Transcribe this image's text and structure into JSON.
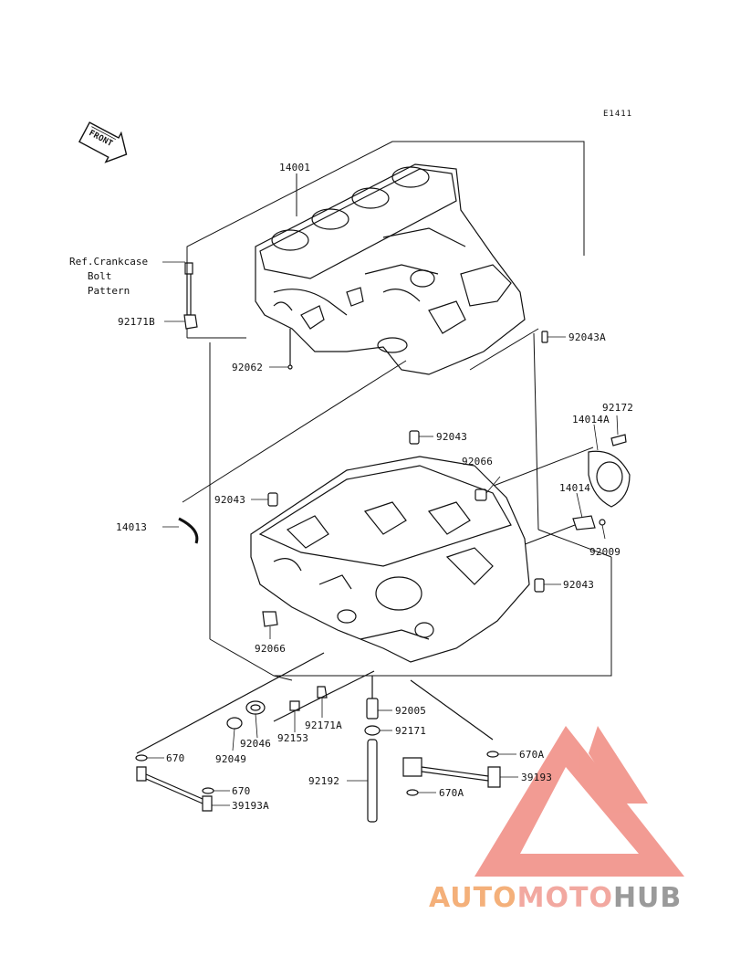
{
  "diagram_code": "E1411",
  "front_label": "FRONT",
  "ref_note": [
    "Ref.Crankcase",
    "Bolt",
    "Pattern"
  ],
  "parts": {
    "p14001": "14001",
    "p92171B": "92171B",
    "p92062": "92062",
    "p92043A": "92043A",
    "p92172": "92172",
    "p14014A": "14014A",
    "p92043_top": "92043",
    "p92066_right": "92066",
    "p92043_left": "92043",
    "p14014": "14014",
    "p14013": "14013",
    "p92009": "92009",
    "p92043_right": "92043",
    "p92066_left": "92066",
    "p92005": "92005",
    "p92046": "92046",
    "p92153": "92153",
    "p92171A": "92171A",
    "p92171": "92171",
    "p92049": "92049",
    "p670_left": "670",
    "p670A_top": "670A",
    "p39193": "39193",
    "p92192": "92192",
    "p670_mid": "670",
    "p670A_bottom": "670A",
    "p39193A": "39193A"
  },
  "watermark": {
    "auto": "AUTO",
    "moto": "MOTO",
    "hub": "HUB",
    "colors": {
      "auto": "#f4b07a",
      "moto": "#f2a8a0",
      "hub": "#9a9a9a",
      "triangle": "#f08a80"
    }
  }
}
